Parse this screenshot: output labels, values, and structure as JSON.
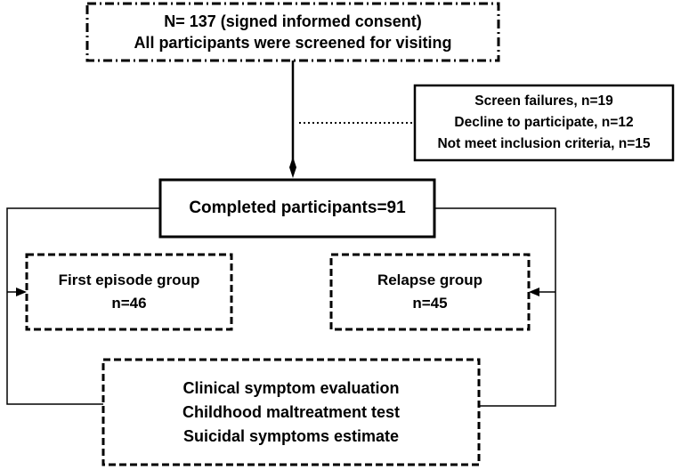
{
  "diagram": {
    "consent_box": {
      "lines": [
        "N= 137 (signed informed consent)",
        "All participants were screened for visiting"
      ]
    },
    "exclusion_box": {
      "lines": [
        "Screen failures, n=19",
        "Decline to participate, n=12",
        "Not meet inclusion criteria, n=15"
      ]
    },
    "completed_box": {
      "label": "Completed participants=91"
    },
    "first_episode_box": {
      "lines": [
        "First episode group",
        "n=46"
      ]
    },
    "relapse_box": {
      "lines": [
        "Relapse group",
        "n=45"
      ]
    },
    "assessment_box": {
      "lines": [
        "Clinical symptom evaluation",
        "Childhood maltreatment test",
        "Suicidal symptoms estimate"
      ]
    },
    "colors": {
      "stroke": "#000000",
      "text": "#000000",
      "background": "#ffffff"
    }
  }
}
